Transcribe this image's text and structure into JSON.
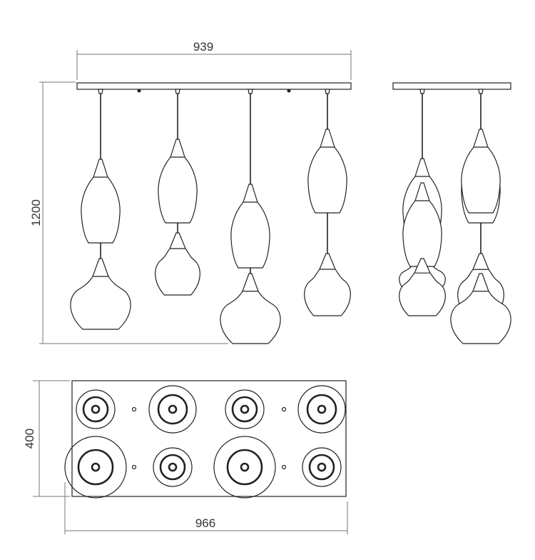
{
  "dimensions": {
    "width_front": "939",
    "height_total": "1200",
    "depth_plan": "400",
    "width_plan": "966"
  },
  "views": [
    "front-view",
    "side-view",
    "plan-view"
  ],
  "colors": {
    "line": "#222222",
    "dimension": "#777777"
  }
}
